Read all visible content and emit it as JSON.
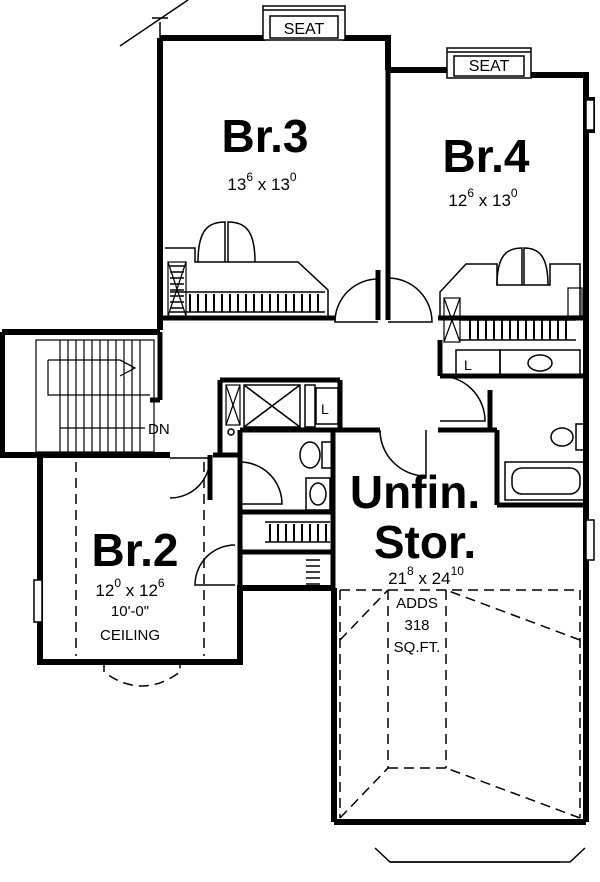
{
  "labels": {
    "seat_br3": "SEAT",
    "seat_br4": "SEAT",
    "br3_name": "Br.3",
    "br3_dim_a": "13",
    "br3_dim_a_sup": "6",
    "br3_x": "x",
    "br3_dim_b": "13",
    "br3_dim_b_sup": "0",
    "br4_name": "Br.4",
    "br4_dim_a": "12",
    "br4_dim_a_sup": "6",
    "br4_x": "x",
    "br4_dim_b": "13",
    "br4_dim_b_sup": "0",
    "br2_name": "Br.2",
    "br2_dim_a": "12",
    "br2_dim_a_sup": "0",
    "br2_x": "x",
    "br2_dim_b": "12",
    "br2_dim_b_sup": "6",
    "br2_ceiling_height": "10'-0\"",
    "br2_ceiling_word": "CEILING",
    "unfin_line1": "Unfin.",
    "unfin_line2": "Stor.",
    "unfin_dim_a": "21",
    "unfin_dim_a_sup": "8",
    "unfin_x": "x",
    "unfin_dim_b": "24",
    "unfin_dim_b_sup": "10",
    "adds_line1": "ADDS",
    "adds_line2": "318",
    "adds_line3": "SQ.FT.",
    "stair_dn": "DN",
    "linen_1": "L",
    "linen_2": "L"
  },
  "colors": {
    "ink": "#000000",
    "paper": "#ffffff"
  }
}
